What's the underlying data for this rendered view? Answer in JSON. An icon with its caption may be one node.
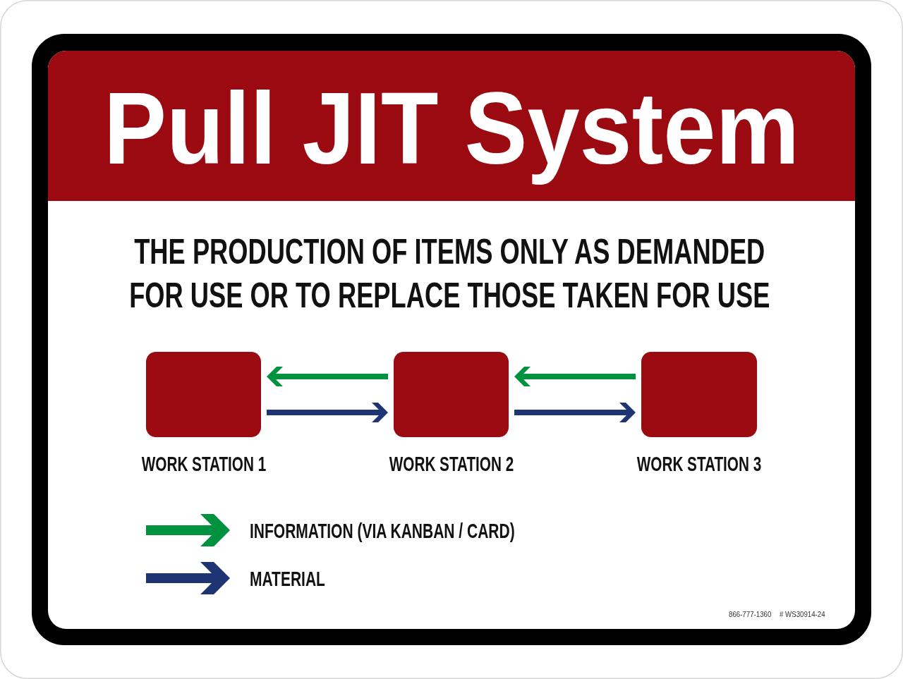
{
  "diagram": {
    "title": "Pull JIT System",
    "nodes": [
      {
        "text": [
          "WORK STATION 1"
        ]
      },
      {
        "text": [
          "WORK STATION 2"
        ]
      },
      {
        "text": [
          "WORK STATION 3"
        ]
      }
    ],
    "edges": [
      {
        "from": 1,
        "to": 0,
        "arrow": "to",
        "color": "#00923f"
      },
      {
        "from": 0,
        "to": 1,
        "arrow": "to",
        "color": "#1f3473"
      },
      {
        "from": 2,
        "to": 1,
        "arrow": "to",
        "color": "#00923f"
      },
      {
        "from": 1,
        "to": 2,
        "arrow": "to",
        "color": "#1f3473"
      }
    ],
    "labels": [
      "THE PRODUCTION OF ITEMS ONLY AS DEMANDED FOR USE OR TO REPLACE THOSE TAKEN FOR USE",
      "866-777-1360",
      "# WS30914-24"
    ],
    "legend": [
      {
        "text": "INFORMATION (VIA KANBAN / CARD)",
        "color": "#00923f"
      },
      {
        "text": "MATERIAL",
        "color": "#1f3473"
      }
    ]
  }
}
